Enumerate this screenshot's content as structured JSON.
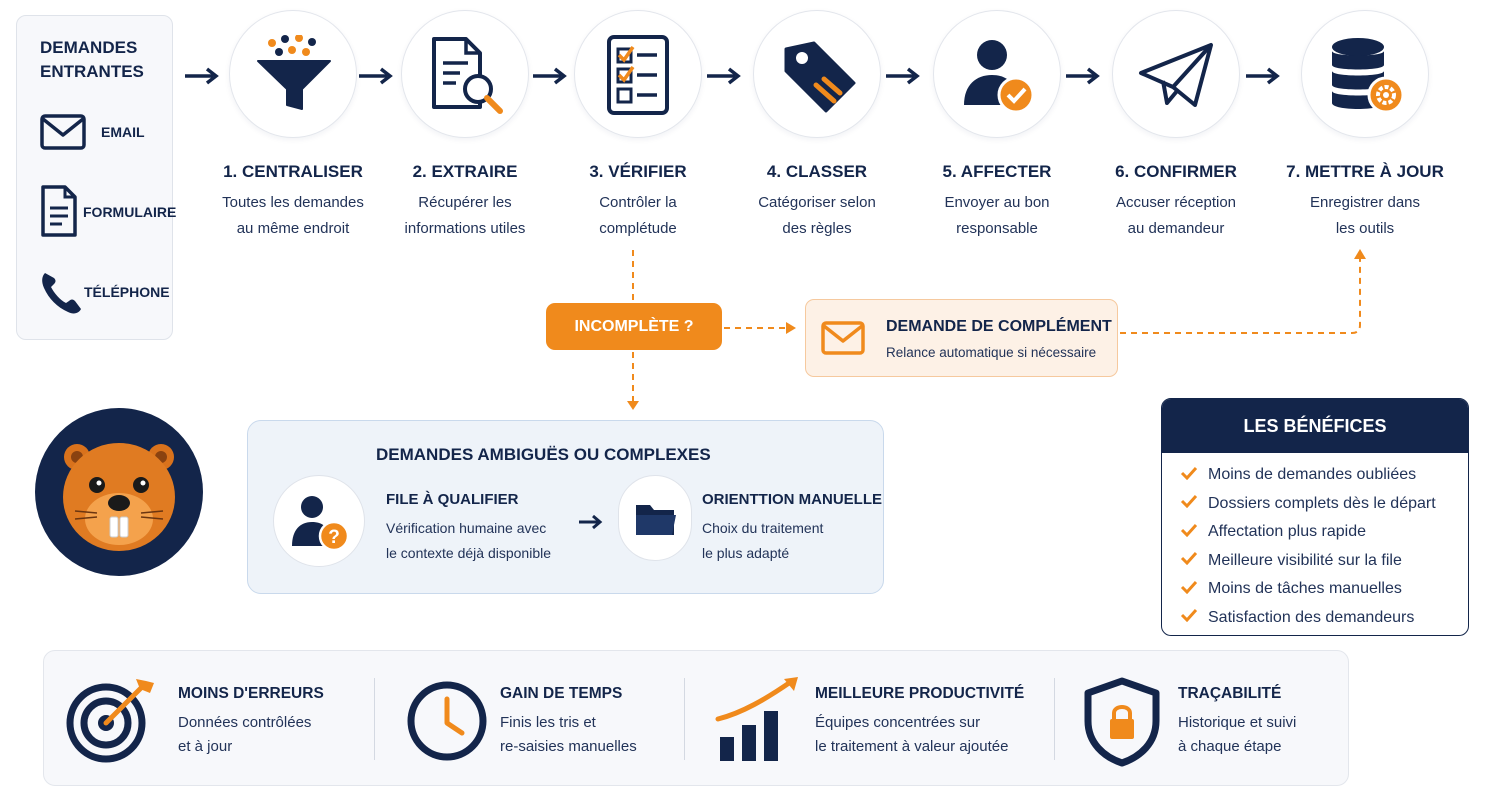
{
  "incoming": {
    "title": "DEMANDES ENTRANTES",
    "channels": [
      {
        "label": "EMAIL",
        "icon": "envelope-icon"
      },
      {
        "label": "FORMULAIRE",
        "icon": "document-icon"
      },
      {
        "label": "TÉLÉPHONE",
        "icon": "phone-icon"
      }
    ]
  },
  "steps": [
    {
      "title": "1. CENTRALISER",
      "line1": "Toutes les demandes",
      "line2": "au même endroit",
      "icon": "funnel-icon"
    },
    {
      "title": "2. EXTRAIRE",
      "line1": "Récupérer les",
      "line2": "informations utiles",
      "icon": "document-search-icon"
    },
    {
      "title": "3. VÉRIFIER",
      "line1": "Contrôler la",
      "line2": "complétude",
      "icon": "checklist-icon"
    },
    {
      "title": "4. CLASSER",
      "line1": "Catégoriser selon",
      "line2": "des règles",
      "icon": "tag-icon"
    },
    {
      "title": "5. AFFECTER",
      "line1": "Envoyer au bon",
      "line2": "responsable",
      "icon": "user-check-icon"
    },
    {
      "title": "6. CONFIRMER",
      "line1": "Accuser réception",
      "line2": "au demandeur",
      "icon": "paper-plane-icon"
    },
    {
      "title": "7. METTRE À JOUR",
      "line1": "Enregistrer dans",
      "line2": "les outils",
      "icon": "database-gear-icon"
    }
  ],
  "incomplete": {
    "label": "INCOMPLÈTE ?"
  },
  "complement": {
    "title": "DEMANDE DE COMPLÉMENT",
    "desc": "Relance automatique si nécessaire",
    "icon": "envelope-icon"
  },
  "ambiguous": {
    "title": "DEMANDES AMBIGUËS OU COMPLEXES",
    "queue": {
      "title": "FILE À QUALIFIER",
      "line1": "Vérification humaine avec",
      "line2": "le contexte déjà disponible",
      "icon": "user-question-icon"
    },
    "manual": {
      "title": "ORIENTTION MANUELLE",
      "line1": "Choix du traitement",
      "line2": "le plus adapté",
      "icon": "folder-icon"
    }
  },
  "benefits": {
    "title": "LES BÉNÉFICES",
    "items": [
      "Moins de demandes oubliées",
      "Dossiers complets dès le départ",
      "Affectation plus rapide",
      "Meilleure visibilité sur la file",
      "Moins de tâches manuelles",
      "Satisfaction des demandeurs"
    ]
  },
  "bottom": [
    {
      "title": "MOINS D'ERREURS",
      "line1": "Données contrôlées",
      "line2": "et à jour",
      "icon": "target-icon"
    },
    {
      "title": "GAIN DE TEMPS",
      "line1": "Finis les tris et",
      "line2": "re-saisies manuelles",
      "icon": "clock-icon"
    },
    {
      "title": "MEILLEURE PRODUCTIVITÉ",
      "line1": "Équipes concentrées sur",
      "line2": "le traitement à valeur ajoutée",
      "icon": "growth-chart-icon"
    },
    {
      "title": "TRAÇABILITÉ",
      "line1": "Historique et suivi",
      "line2": "à chaque étape",
      "icon": "shield-lock-icon"
    }
  ],
  "colors": {
    "navy": "#13254a",
    "orange": "#f08a1c",
    "light_orange": "#fdf1e6",
    "light_blue": "#eef3f9"
  }
}
